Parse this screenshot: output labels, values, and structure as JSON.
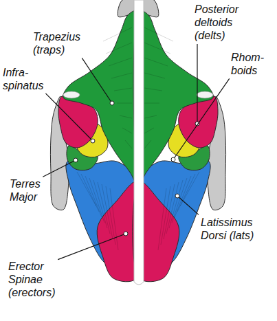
{
  "diagram": {
    "labels": [
      "Trapezius (traps)",
      "Infra- spinatus",
      "Terres Major",
      "Erector Spinae (erectors)",
      "Posterior deltoids (delts)",
      "Rhom- boids",
      "Latissimus Dorsi (lats)"
    ]
  }
}
